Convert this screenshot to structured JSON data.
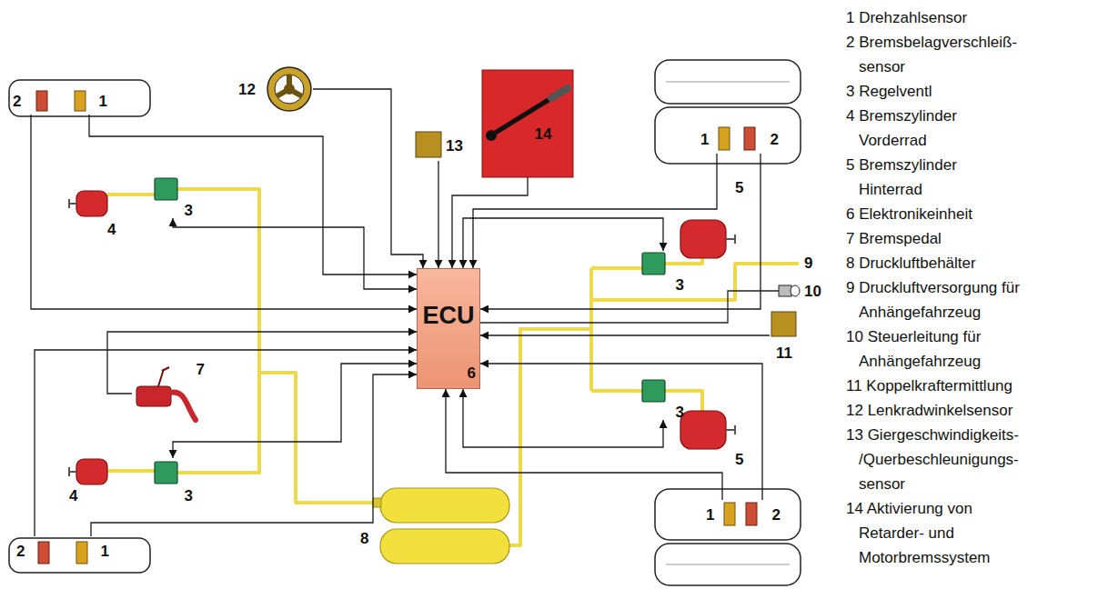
{
  "diagram": {
    "nodes": [
      {
        "text": [
          "ECU",
          "6"
        ]
      },
      {
        "text": [
          "2"
        ]
      },
      {
        "text": [
          "1"
        ]
      },
      {
        "text": [
          "12"
        ]
      },
      {
        "text": [
          "13"
        ]
      },
      {
        "text": [
          "14"
        ]
      },
      {
        "text": [
          "1"
        ]
      },
      {
        "text": [
          "2"
        ]
      },
      {
        "text": [
          "3"
        ]
      },
      {
        "text": [
          "3"
        ]
      },
      {
        "text": [
          "11"
        ]
      },
      {
        "text": [
          "7"
        ]
      },
      {
        "text": [
          "3"
        ]
      },
      {
        "text": [
          "3"
        ]
      },
      {
        "text": [
          "1"
        ]
      },
      {
        "text": [
          "2"
        ]
      },
      {
        "text": [
          "2"
        ]
      },
      {
        "text": [
          "1"
        ]
      }
    ],
    "edges": [
      {
        "from": 1,
        "to": 0,
        "arrow": "to"
      },
      {
        "from": 2,
        "to": 0,
        "arrow": "to"
      },
      {
        "from": 3,
        "to": 0,
        "arrow": "to"
      },
      {
        "from": 4,
        "to": 0,
        "arrow": "to"
      },
      {
        "from": 5,
        "to": 0,
        "arrow": "to"
      },
      {
        "from": 6,
        "to": 0,
        "arrow": "to"
      },
      {
        "from": 7,
        "to": 0,
        "arrow": "to"
      },
      {
        "from": 8,
        "to": 0,
        "arrow": "both"
      },
      {
        "from": 9,
        "to": 0,
        "arrow": "both"
      },
      {
        "from": 10,
        "to": 0,
        "arrow": "to"
      },
      {
        "from": 11,
        "to": 0,
        "arrow": "to"
      },
      {
        "from": 12,
        "to": 0,
        "arrow": "both"
      },
      {
        "from": 13,
        "to": 0,
        "arrow": "both"
      },
      {
        "from": 14,
        "to": 0,
        "arrow": "to"
      },
      {
        "from": 15,
        "to": 0,
        "arrow": "to"
      },
      {
        "from": 16,
        "to": 0,
        "arrow": "to"
      },
      {
        "from": 17,
        "to": 0,
        "arrow": "to"
      }
    ],
    "labels": [
      "4",
      "4",
      "5",
      "5",
      "8",
      "9",
      "10",
      "1 Drehzahlsensor",
      "2 Bremsbelagverschleiß- sensor",
      "3 Regelventl",
      "4 Bremszylinder Vorderrad",
      "5 Bremszylinder Hinterrad",
      "6 Elektronikeinheit",
      "7 Bremspedal",
      "8 Druckluftbehälter",
      "9 Druckluftversorgung für Anhängefahrzeug",
      "10 Steuerleitung für Anhängefahrzeug",
      "11 Koppelkraftermittlung",
      "12 Lenkradwinkelsensor",
      "13 Giergeschwindigkeits- /Querbeschleunigungs- sensor",
      "14 Aktivierung von Retarder- und Motorbremssystem"
    ]
  }
}
